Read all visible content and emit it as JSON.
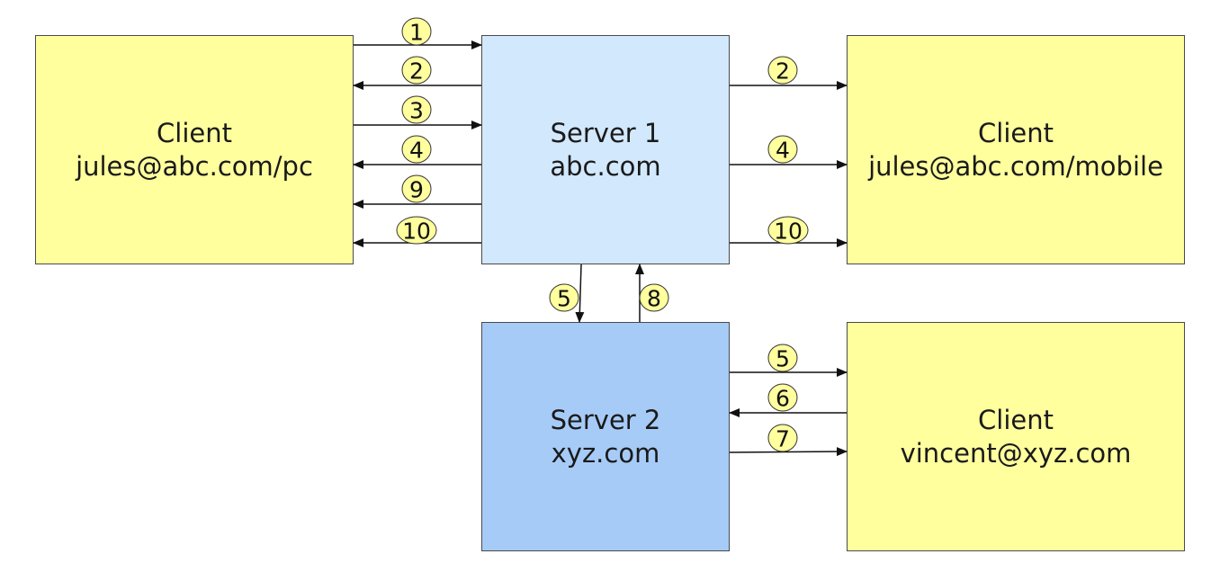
{
  "nodes": {
    "client_pc": {
      "title": "Client",
      "subtitle": "jules@abc.com/pc"
    },
    "server1": {
      "title": "Server 1",
      "subtitle": "abc.com"
    },
    "client_mobile": {
      "title": "Client",
      "subtitle": "jules@abc.com/mobile"
    },
    "server2": {
      "title": "Server 2",
      "subtitle": "xyz.com"
    },
    "client_vincent": {
      "title": "Client",
      "subtitle": "vincent@xyz.com"
    }
  },
  "edges": [
    {
      "step": "1",
      "from": "client_pc",
      "to": "server1"
    },
    {
      "step": "2",
      "from": "server1",
      "to": "client_pc"
    },
    {
      "step": "3",
      "from": "client_pc",
      "to": "server1"
    },
    {
      "step": "4",
      "from": "server1",
      "to": "client_pc"
    },
    {
      "step": "9",
      "from": "server1",
      "to": "client_pc"
    },
    {
      "step": "10",
      "from": "server1",
      "to": "client_pc"
    },
    {
      "step": "2",
      "from": "server1",
      "to": "client_mobile"
    },
    {
      "step": "4",
      "from": "server1",
      "to": "client_mobile"
    },
    {
      "step": "10",
      "from": "server1",
      "to": "client_mobile"
    },
    {
      "step": "5",
      "from": "server1",
      "to": "server2"
    },
    {
      "step": "8",
      "from": "server2",
      "to": "server1"
    },
    {
      "step": "5",
      "from": "server2",
      "to": "client_vincent"
    },
    {
      "step": "6",
      "from": "client_vincent",
      "to": "server2"
    },
    {
      "step": "7",
      "from": "server2",
      "to": "client_vincent"
    }
  ],
  "colors": {
    "client": "#ffff9e",
    "server1": "#d2e8fd",
    "server2": "#a7cbf7",
    "badge": "#ffff9e"
  }
}
